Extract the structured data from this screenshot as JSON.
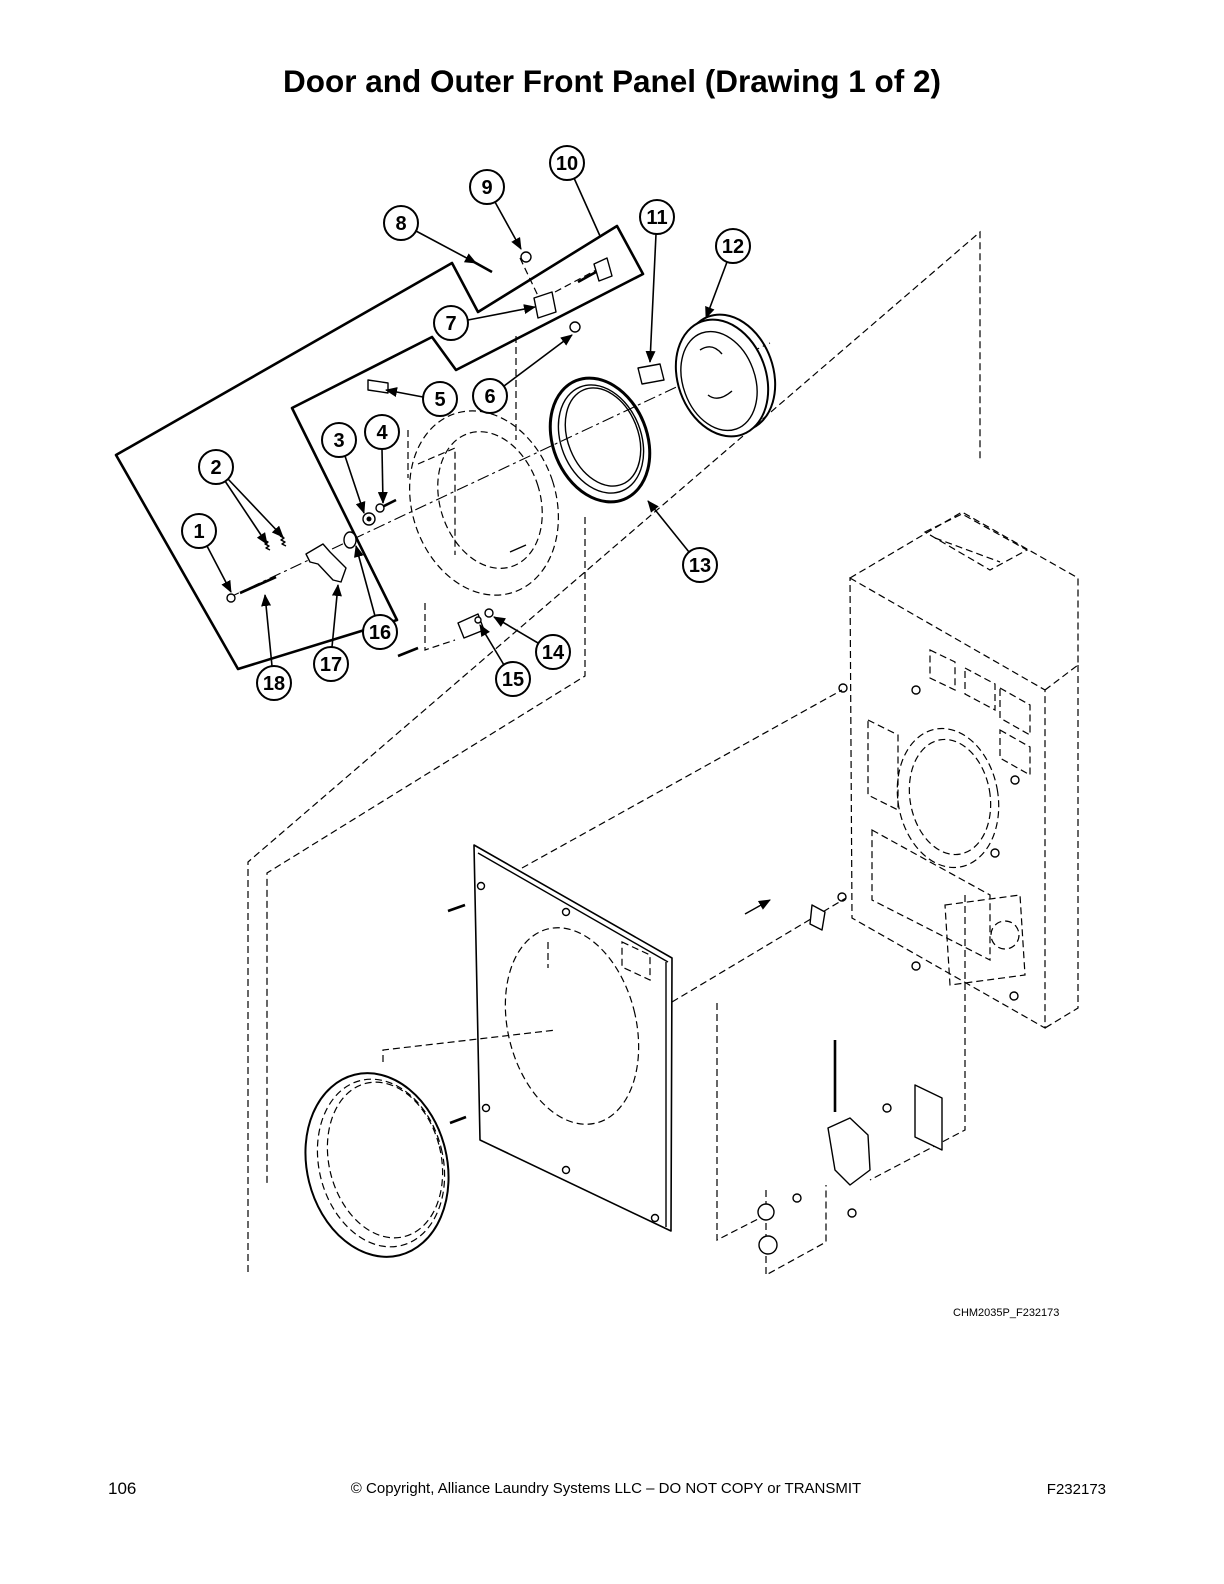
{
  "page": {
    "title": "Door and Outer Front Panel (Drawing 1 of 2)",
    "figure_id": "CHM2035P_F232173"
  },
  "callouts": [
    "1",
    "2",
    "3",
    "4",
    "5",
    "6",
    "7",
    "8",
    "9",
    "10",
    "11",
    "12",
    "13",
    "14",
    "15",
    "16",
    "17",
    "18"
  ],
  "footer": {
    "page_number": "106",
    "copyright": "© Copyright, Alliance Laundry Systems LLC – DO NOT COPY or TRANSMIT",
    "doc_code": "F232173"
  }
}
